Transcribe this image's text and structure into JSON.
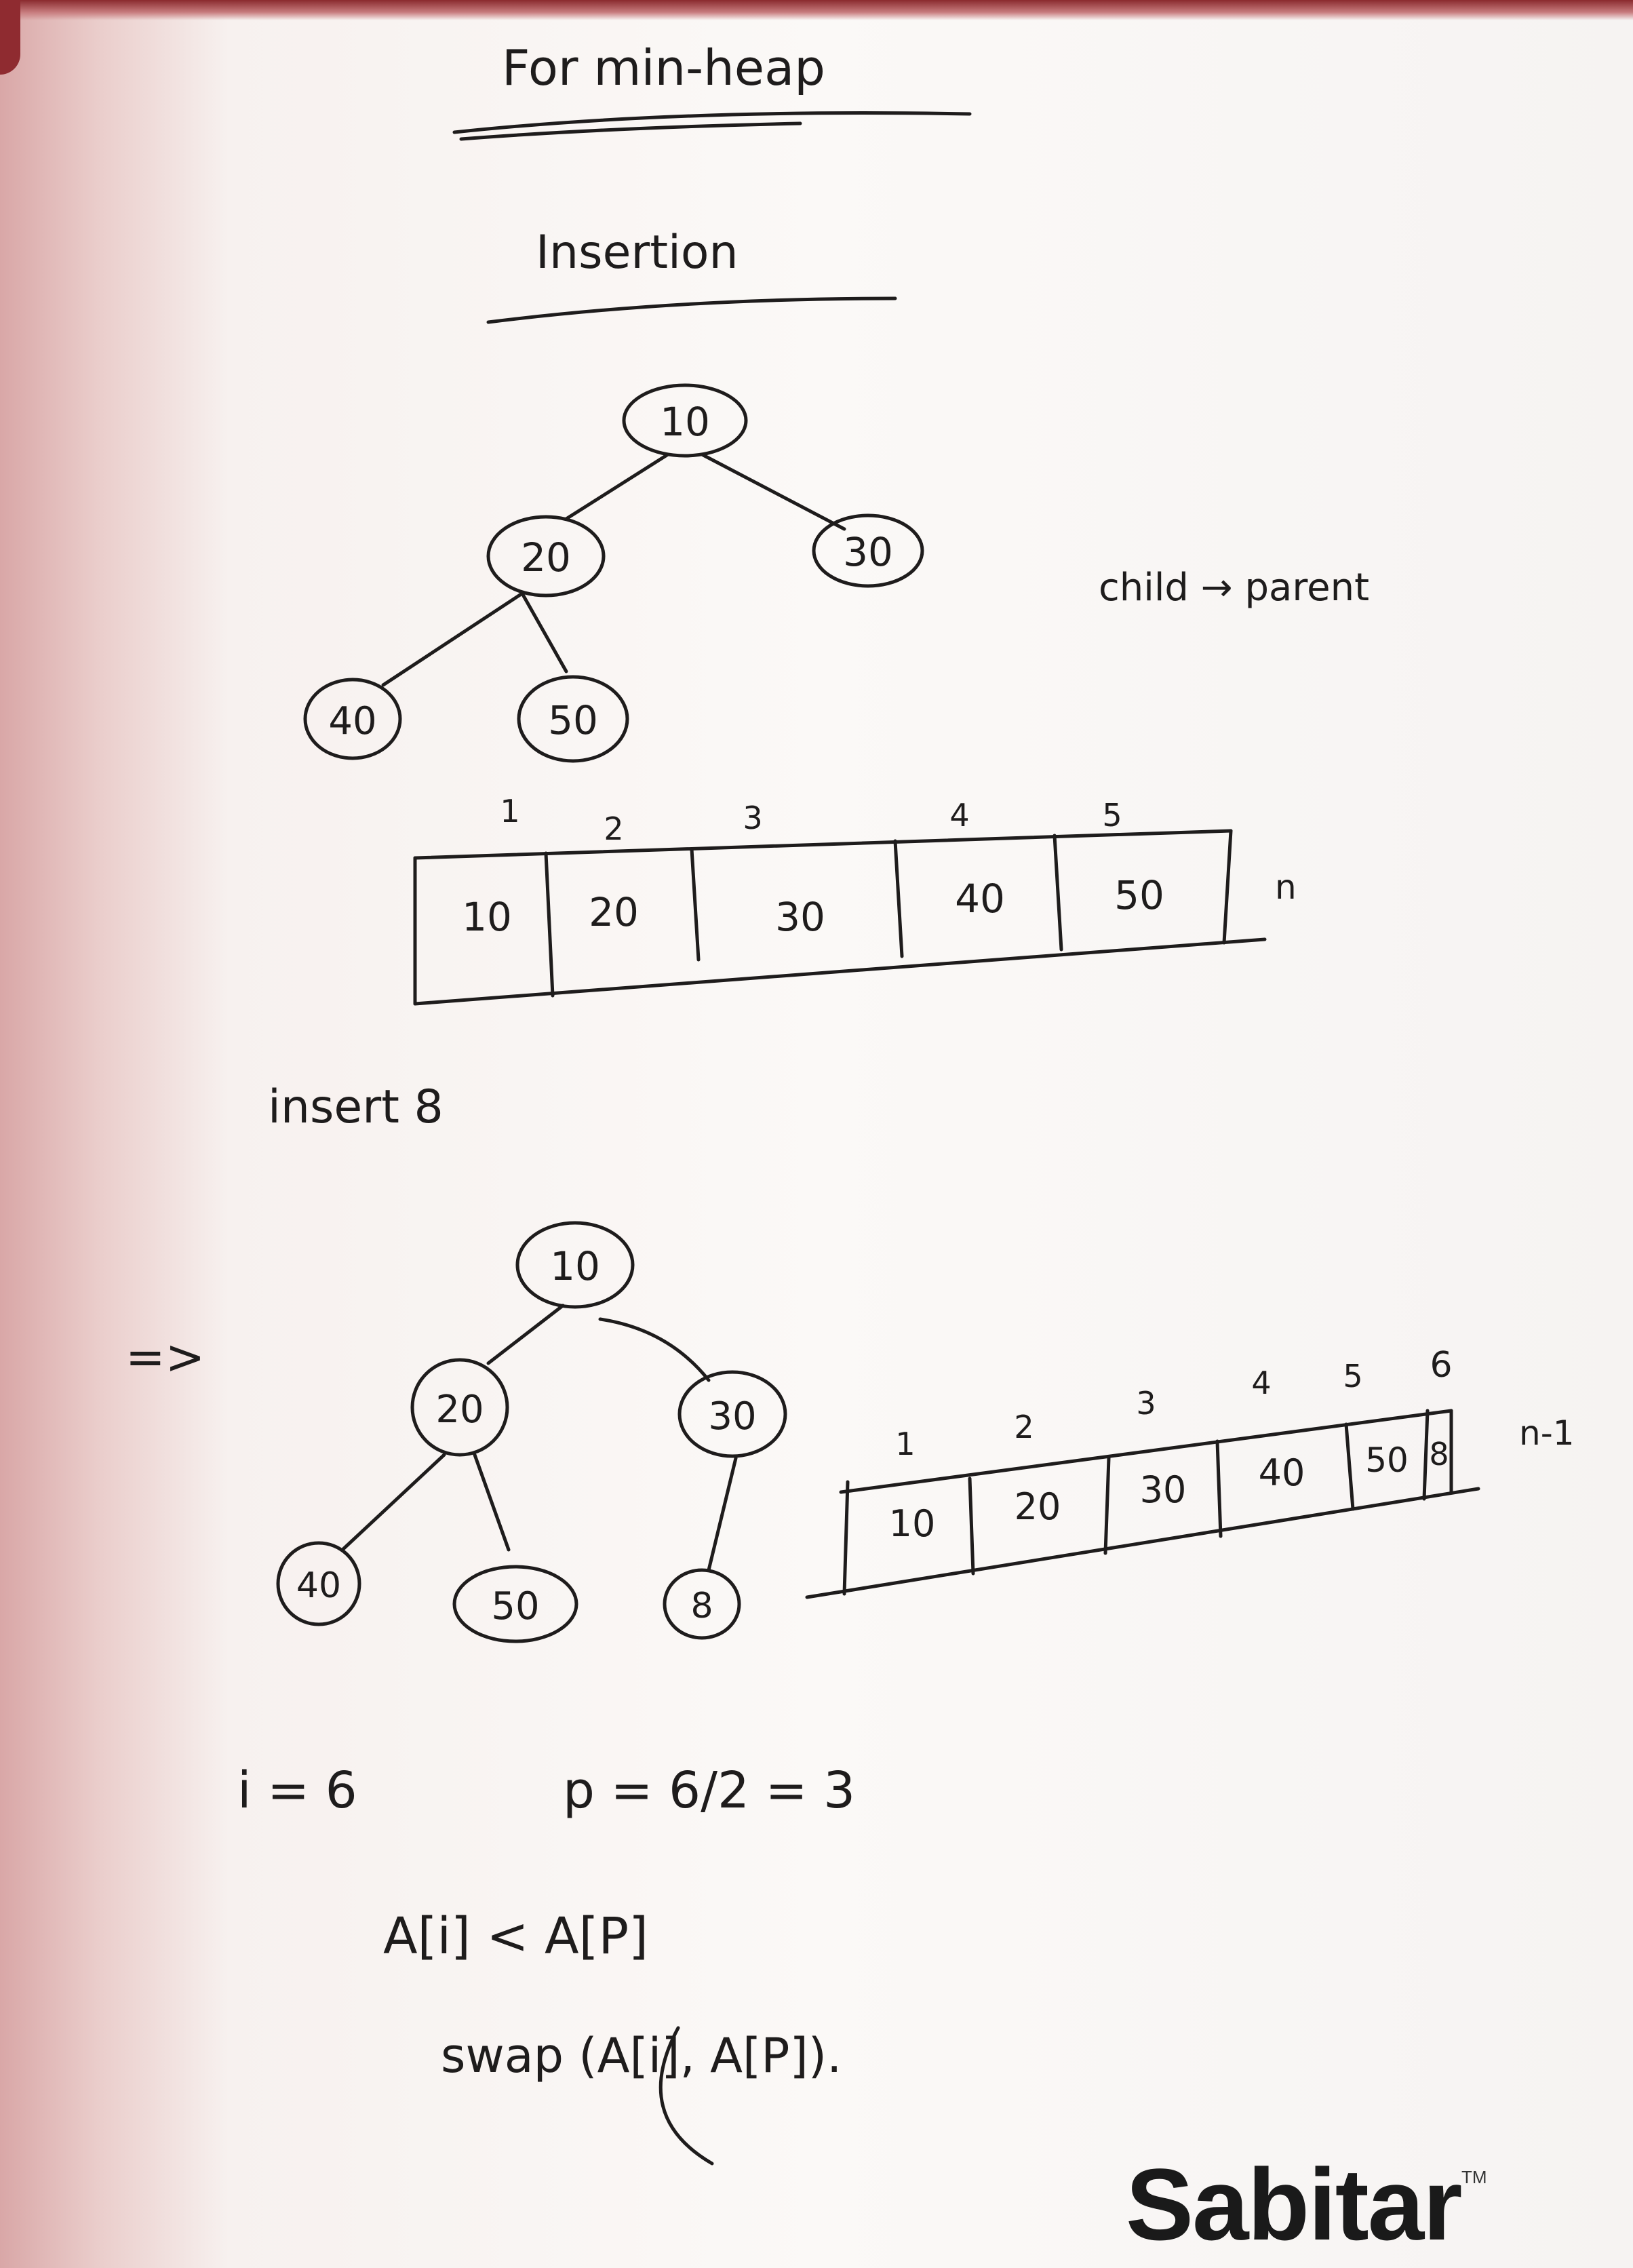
{
  "notes": {
    "title": "For min-heap",
    "subtitle": "Insertion",
    "side_note": "child → parent",
    "tree1": {
      "root": "10",
      "left": "20",
      "right": "30",
      "left_left": "40",
      "left_right": "50"
    },
    "array1": {
      "indices": [
        "1",
        "2",
        "3",
        "4",
        "5"
      ],
      "cells": [
        "10",
        "20",
        "30",
        "40",
        "50"
      ],
      "size_label": "n"
    },
    "insert_label": "insert 8",
    "implies": "=>",
    "tree2": {
      "root": "10",
      "left": "20",
      "right": "30",
      "left_left": "40",
      "left_right": "50",
      "right_left": "8"
    },
    "array2": {
      "indices": [
        "1",
        "2",
        "3",
        "4",
        "5",
        "6"
      ],
      "cells": [
        "10",
        "20",
        "30",
        "40",
        "50",
        "8"
      ],
      "size_label": "n-1"
    },
    "formula_i": "i = 6",
    "formula_p": "p = 6/2 = 3",
    "compare": "A[i] < A[P]",
    "swap": "swap (A[i], A[P])."
  },
  "brand": {
    "name": "Sabitar",
    "tm": "TM"
  }
}
